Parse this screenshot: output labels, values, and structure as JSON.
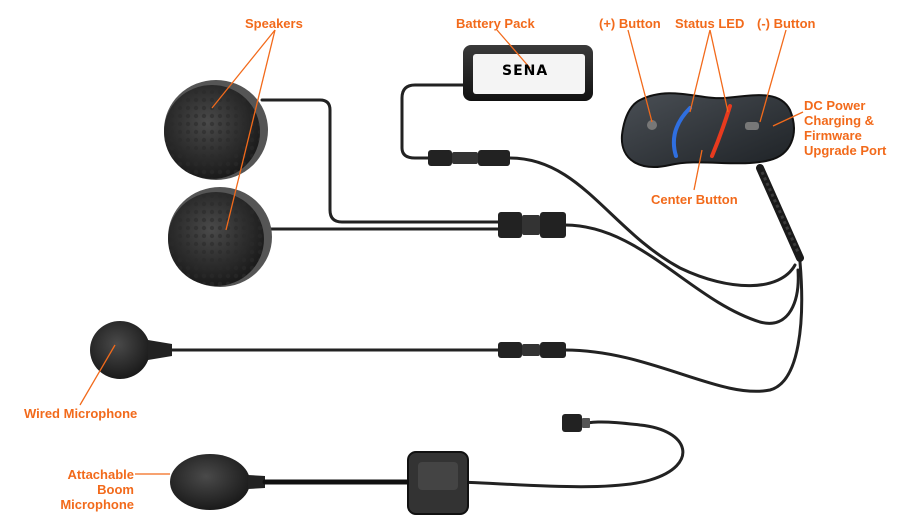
{
  "diagram": {
    "callouts": {
      "speakers": "Speakers",
      "battery_pack": "Battery Pack",
      "plus_button": "(+) Button",
      "status_led": "Status LED",
      "minus_button": "(-) Button",
      "dc_power": "DC Power\nCharging &\nFirmware\nUpgrade Port",
      "center_button": "Center Button",
      "wired_microphone": "Wired Microphone",
      "boom_microphone": "Attachable\nBoom Microphone"
    },
    "brand_logo": "SENA",
    "colors": {
      "callout_text": "#f26a1b",
      "leader_lines": "#f26a1b",
      "cables": "#222222",
      "led_blue": "#2f6fe0",
      "led_red": "#e83a1e"
    }
  }
}
